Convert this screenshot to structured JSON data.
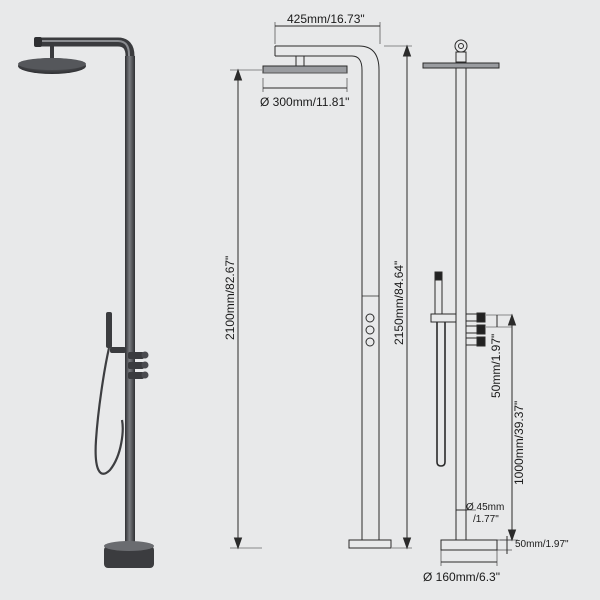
{
  "dimensions": {
    "arm_length": "425mm/16.73\"",
    "head_diameter": "Ø 300mm/11.81\"",
    "outlet_height": "2100mm/82.67\"",
    "total_height": "2150mm/84.64\"",
    "valve_spacing": "50mm/1.97\"",
    "holder_height": "1000mm/39.37\"",
    "column_diameter_a": "Ø 45mm",
    "column_diameter_b": "/1.77\"",
    "base_height": "50mm/1.97\"",
    "base_diameter": "Ø 160mm/6.3\""
  },
  "colors": {
    "background": "#e8e9ea",
    "line": "#2b2b2b",
    "metal_dark": "#3d3e41",
    "metal_mid": "#66686c",
    "metal_light": "#8e9095"
  }
}
